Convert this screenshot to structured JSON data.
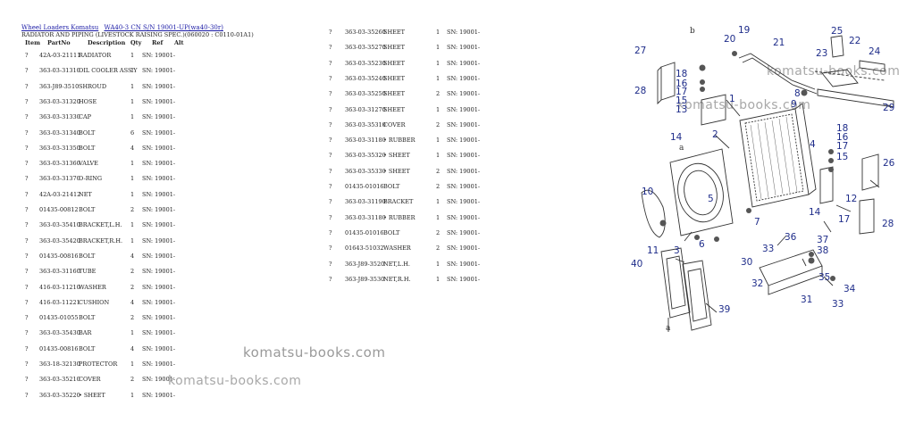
{
  "breadcrumb": [
    "Wheel Loaders Komatsu",
    "WA40-3 CN S/N 19001-UP(wa40-30r)"
  ],
  "title": "RADIATOR AND PIPING (LIVESTOCK RAISING SPEC.)(060020 : C0110-01A1)",
  "headers": {
    "item": "Item",
    "partno": "PartNo",
    "desc": "Description",
    "qty": "Qty",
    "ref": "Ref",
    "alt": "Alt"
  },
  "parts_left": [
    {
      "item": "?",
      "partno": "42A-03-21111",
      "desc": "RADIATOR",
      "qty": "1",
      "ref": "SN: 19001-"
    },
    {
      "item": "?",
      "partno": "363-03-31310",
      "desc": "OIL COOLER ASS'Y",
      "qty": "1",
      "ref": "SN: 19001-"
    },
    {
      "item": "?",
      "partno": "363-J89-3510",
      "desc": "SHROUD",
      "qty": "1",
      "ref": "SN: 19001-"
    },
    {
      "item": "?",
      "partno": "363-03-31320",
      "desc": "HOSE",
      "qty": "1",
      "ref": "SN: 19001-"
    },
    {
      "item": "?",
      "partno": "363-03-31330",
      "desc": "CAP",
      "qty": "1",
      "ref": "SN: 19001-"
    },
    {
      "item": "?",
      "partno": "363-03-31340",
      "desc": "BOLT",
      "qty": "6",
      "ref": "SN: 19001-"
    },
    {
      "item": "?",
      "partno": "363-03-31350",
      "desc": "BOLT",
      "qty": "4",
      "ref": "SN: 19001-"
    },
    {
      "item": "?",
      "partno": "363-03-31360",
      "desc": "VALVE",
      "qty": "1",
      "ref": "SN: 19001-"
    },
    {
      "item": "?",
      "partno": "363-03-31370",
      "desc": "O-RING",
      "qty": "1",
      "ref": "SN: 19001-"
    },
    {
      "item": "?",
      "partno": "42A-03-21412",
      "desc": "NET",
      "qty": "1",
      "ref": "SN: 19001-"
    },
    {
      "item": "?",
      "partno": "01435-00812",
      "desc": "BOLT",
      "qty": "2",
      "ref": "SN: 19001-"
    },
    {
      "item": "?",
      "partno": "363-03-35410",
      "desc": "BRACKET,L.H.",
      "qty": "1",
      "ref": "SN: 19001-"
    },
    {
      "item": "?",
      "partno": "363-03-35420",
      "desc": "BRACKET,R.H.",
      "qty": "1",
      "ref": "SN: 19001-"
    },
    {
      "item": "?",
      "partno": "01435-00816",
      "desc": "BOLT",
      "qty": "4",
      "ref": "SN: 19001-"
    },
    {
      "item": "?",
      "partno": "363-03-31160",
      "desc": "TUBE",
      "qty": "2",
      "ref": "SN: 19001-"
    },
    {
      "item": "?",
      "partno": "416-03-11210",
      "desc": "WASHER",
      "qty": "2",
      "ref": "SN: 19001-"
    },
    {
      "item": "?",
      "partno": "416-03-11221",
      "desc": "CUSHION",
      "qty": "4",
      "ref": "SN: 19001-"
    },
    {
      "item": "?",
      "partno": "01435-01055",
      "desc": "BOLT",
      "qty": "2",
      "ref": "SN: 19001-"
    },
    {
      "item": "?",
      "partno": "363-03-35430",
      "desc": "BAR",
      "qty": "1",
      "ref": "SN: 19001-"
    },
    {
      "item": "?",
      "partno": "01435-00816",
      "desc": "BOLT",
      "qty": "4",
      "ref": "SN: 19001-"
    },
    {
      "item": "?",
      "partno": "363-18-32130",
      "desc": "PROTECTOR",
      "qty": "1",
      "ref": "SN: 19001-"
    },
    {
      "item": "?",
      "partno": "363-03-35210",
      "desc": "COVER",
      "qty": "2",
      "ref": "SN: 19001-"
    },
    {
      "item": "?",
      "partno": "363-03-35220",
      "desc": "• SHEET",
      "qty": "1",
      "ref": "SN: 19001-"
    }
  ],
  "parts_right": [
    {
      "item": "?",
      "partno": "363-03-35260",
      "desc": "SHEET",
      "qty": "1",
      "ref": "SN: 19001-"
    },
    {
      "item": "?",
      "partno": "363-03-35270",
      "desc": "SHEET",
      "qty": "1",
      "ref": "SN: 19001-"
    },
    {
      "item": "?",
      "partno": "363-03-35230",
      "desc": "SHEET",
      "qty": "1",
      "ref": "SN: 19001-"
    },
    {
      "item": "?",
      "partno": "363-03-35240",
      "desc": "SHEET",
      "qty": "1",
      "ref": "SN: 19001-"
    },
    {
      "item": "?",
      "partno": "363-03-35250",
      "desc": "SHEET",
      "qty": "2",
      "ref": "SN: 19001-"
    },
    {
      "item": "?",
      "partno": "363-03-31270",
      "desc": "SHEET",
      "qty": "1",
      "ref": "SN: 19001-"
    },
    {
      "item": "?",
      "partno": "363-03-35310",
      "desc": "COVER",
      "qty": "2",
      "ref": "SN: 19001-"
    },
    {
      "item": "?",
      "partno": "363-03-31180",
      "desc": "• RUBBER",
      "qty": "1",
      "ref": "SN: 19001-"
    },
    {
      "item": "?",
      "partno": "363-03-35320",
      "desc": "• SHEET",
      "qty": "1",
      "ref": "SN: 19001-"
    },
    {
      "item": "?",
      "partno": "363-03-35330",
      "desc": "• SHEET",
      "qty": "2",
      "ref": "SN: 19001-"
    },
    {
      "item": "?",
      "partno": "01435-01016",
      "desc": "BOLT",
      "qty": "2",
      "ref": "SN: 19001-"
    },
    {
      "item": "?",
      "partno": "363-03-31190",
      "desc": "BRACKET",
      "qty": "1",
      "ref": "SN: 19001-"
    },
    {
      "item": "?",
      "partno": "363-03-31180",
      "desc": "• RUBBER",
      "qty": "1",
      "ref": "SN: 19001-"
    },
    {
      "item": "?",
      "partno": "01435-01016",
      "desc": "BOLT",
      "qty": "2",
      "ref": "SN: 19001-"
    },
    {
      "item": "?",
      "partno": "01643-51032",
      "desc": "WASHER",
      "qty": "2",
      "ref": "SN: 19001-"
    },
    {
      "item": "?",
      "partno": "363-J89-3520",
      "desc": "NET,L.H.",
      "qty": "1",
      "ref": "SN: 19001-"
    },
    {
      "item": "?",
      "partno": "363-J89-3530",
      "desc": "NET,R.H.",
      "qty": "1",
      "ref": "SN: 19001-"
    }
  ],
  "watermark": "komatsu-books.com",
  "diagram": {
    "callouts": [
      "1",
      "2",
      "3",
      "4",
      "5",
      "6",
      "7",
      "8",
      "9",
      "10",
      "11",
      "12",
      "13",
      "14",
      "15",
      "16",
      "17",
      "18",
      "19",
      "20",
      "21",
      "22",
      "23",
      "24",
      "25",
      "26",
      "27",
      "28",
      "29",
      "30",
      "31",
      "32",
      "33",
      "34",
      "35",
      "36",
      "37",
      "38",
      "39",
      "40"
    ],
    "letters": [
      "a",
      "b"
    ],
    "colors": {
      "callout": "#1f2d8a",
      "line": "#333333"
    }
  }
}
